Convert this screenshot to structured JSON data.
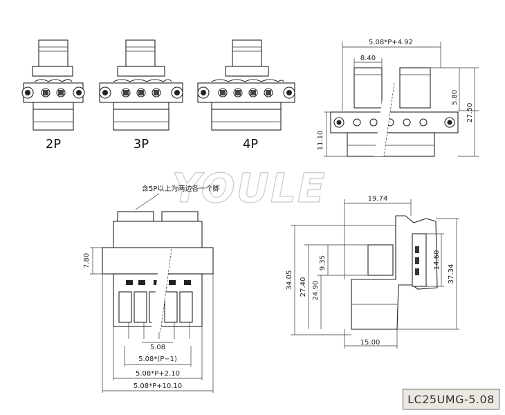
{
  "watermark": "YOULE",
  "model": "LC25UMG-5.08",
  "variants": [
    {
      "label": "2P"
    },
    {
      "label": "3P"
    },
    {
      "label": "4P"
    }
  ],
  "note": "含5P以上为两边各一个脚",
  "dims": {
    "top_total_width": "5.08*P+4.92",
    "pitch_block": "8.40",
    "latch_height": "5.80",
    "total_height": "27.50",
    "base_height": "11.10",
    "side_height_front": "7.80",
    "pitch": "5.08",
    "p_minus_1": "5.08*(P−1)",
    "p_plus_2_10": "5.08*P+2.10",
    "p_plus_10_10": "5.08*P+10.10",
    "side_top_width": "19.74",
    "side_bottom_width": "15.00",
    "h_9_35": "9.35",
    "h_34_05": "34.05",
    "h_27_40": "27.40",
    "h_24_90": "24.90",
    "h_14_60": "14.60",
    "h_37_34": "37.34"
  }
}
